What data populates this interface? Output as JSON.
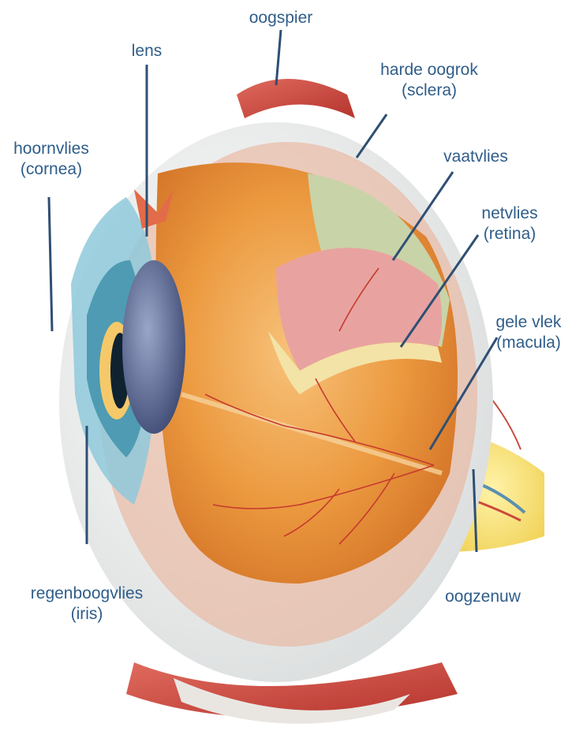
{
  "labels": {
    "oogspier": "oogspier",
    "lens": "lens",
    "harde_oogrok": "harde oogrok",
    "sclera": "(sclera)",
    "hoornvlies": "hoornvlies",
    "cornea": "(cornea)",
    "vaatvlies": "vaatvlies",
    "netvlies": "netvlies",
    "retina": "(retina)",
    "gele_vlek": "gele vlek",
    "macula": "(macula)",
    "regenboogvlies": "regenboogvlies",
    "iris": "(iris)",
    "oogzenuw": "oogzenuw"
  },
  "colors": {
    "label_text": "#2f5d8a",
    "leader_line": "#2f4f73",
    "sclera": "#f1f1ef",
    "vitreous": "#e88a2c",
    "retina": "#e8a3a0",
    "choroid": "#c9d3a8",
    "iris": "#4e9bb3",
    "muscle": "#c9453c"
  }
}
